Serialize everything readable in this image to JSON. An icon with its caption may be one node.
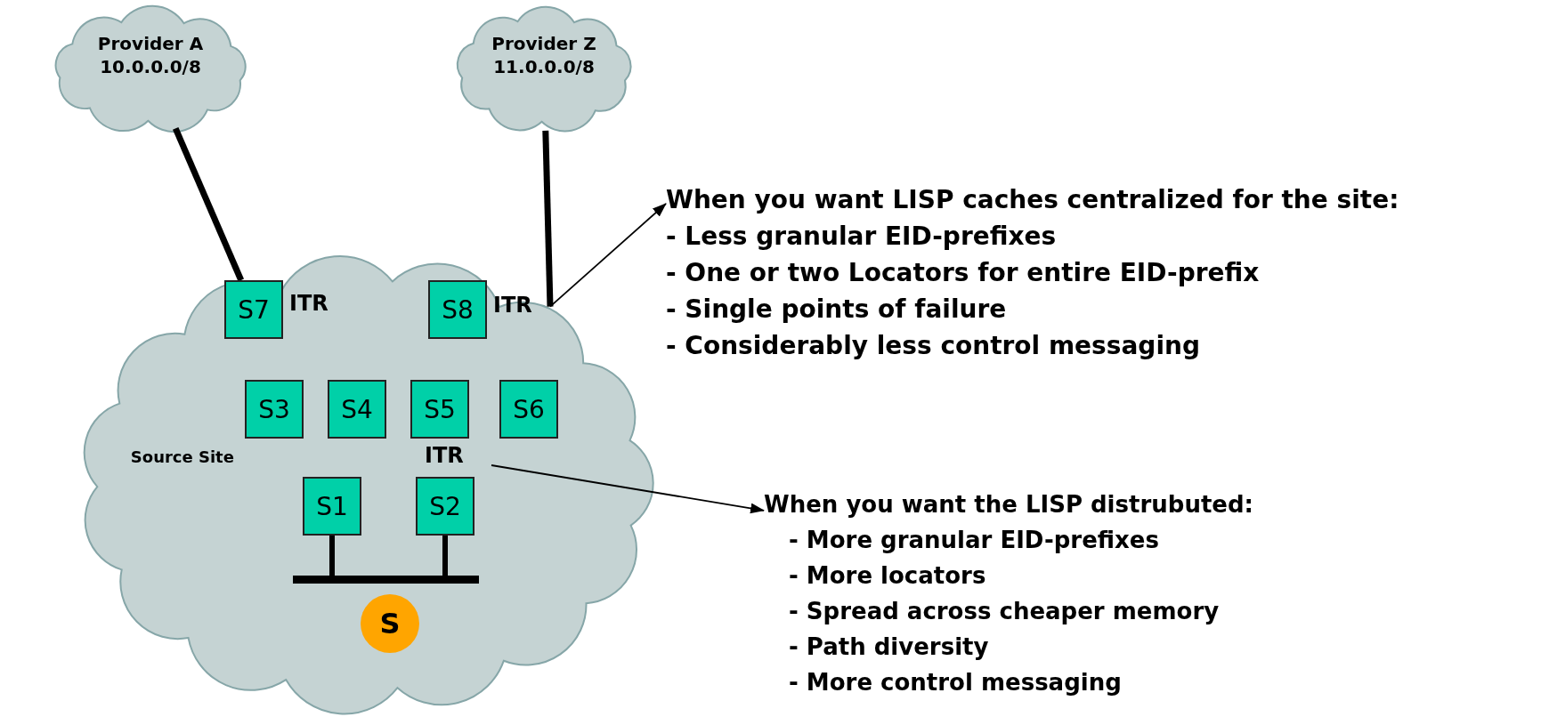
{
  "diagram": {
    "nodes": [
      {
        "text": [
          "Provider A 10.0.0.0/8"
        ]
      },
      {
        "text": [
          "Provider Z 11.0.0.0/8"
        ]
      },
      {
        "text": [
          "Source Site"
        ]
      },
      {
        "text": [
          "S7"
        ],
        "in": 2,
        "beside": [
          "ITR"
        ]
      },
      {
        "text": [
          "S8"
        ],
        "in": 2,
        "beside": [
          "ITR"
        ]
      },
      {
        "text": [
          "S3"
        ],
        "in": 2
      },
      {
        "text": [
          "S4"
        ],
        "in": 2
      },
      {
        "text": [
          "S5"
        ],
        "in": 2
      },
      {
        "text": [
          "S6"
        ],
        "in": 2
      },
      {
        "text": [
          "S1"
        ],
        "in": 2
      },
      {
        "text": [
          "S2"
        ],
        "in": 2,
        "beside": [
          "ITR"
        ]
      },
      {
        "text": [],
        "shape": "bar",
        "in": 2
      },
      {
        "text": [
          "S"
        ],
        "in": 2
      },
      {
        "text": [
          "When you want LISP caches centralized for the site:",
          "- Less granular EID-prefixes",
          "- One or two Locators for entire EID-prefix",
          "- Single points of failure",
          "- Considerably less control messaging"
        ]
      },
      {
        "text": [
          "When you want the LISP distrubuted:",
          "- More granular EID-prefixes",
          "- More locators",
          "- Spread across cheaper memory",
          "- Path diversity",
          "- More control messaging"
        ]
      }
    ],
    "edges": [
      {
        "from": 0,
        "to": 3,
        "arrow": "none"
      },
      {
        "from": 1,
        "to": 4,
        "arrow": "none"
      },
      {
        "from": 9,
        "to": 11,
        "arrow": "none"
      },
      {
        "from": 10,
        "to": 11,
        "arrow": "none"
      },
      {
        "from": 4,
        "to": 13,
        "arrow": "to"
      },
      {
        "from": 10,
        "to": 14,
        "arrow": "to"
      }
    ]
  }
}
